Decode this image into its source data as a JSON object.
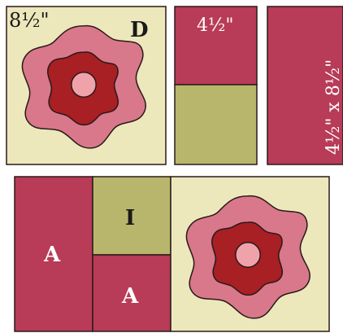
{
  "colors": {
    "cream": "#ece8bc",
    "rose": "#b83b57",
    "olive": "#b8b66c",
    "petal_outer": "#d9788a",
    "petal_inner": "#a81f24",
    "center": "#f0a2ab",
    "outline": "#2a1a1a",
    "white": "#ffffff"
  },
  "panels": {
    "block_d": {
      "size_label": "8½\"",
      "letter": "D"
    },
    "block_half": {
      "size_label": "4½\""
    },
    "block_rect": {
      "size_label": "4½\" x 8½\""
    },
    "assembled": {
      "left_letter": "A",
      "top_middle_letter": "I",
      "bottom_middle_letter": "A"
    }
  }
}
